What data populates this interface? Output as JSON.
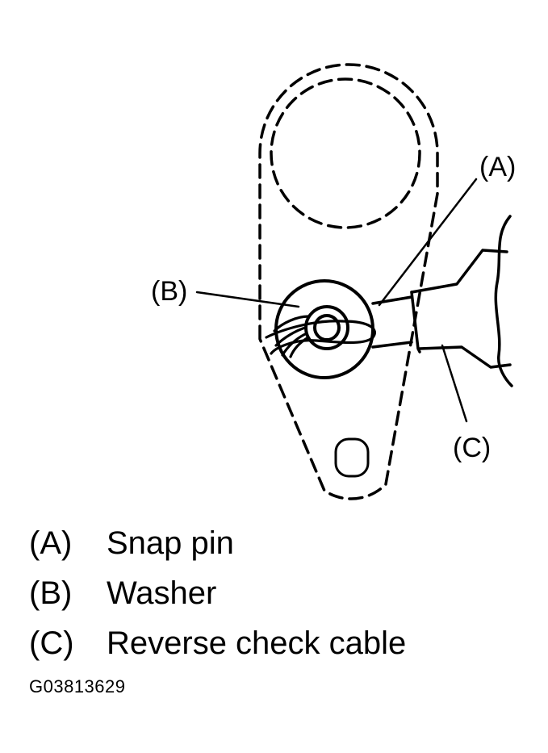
{
  "diagram": {
    "callouts": [
      {
        "id": "a",
        "label": "(A)"
      },
      {
        "id": "b",
        "label": "(B)"
      },
      {
        "id": "c",
        "label": "(C)"
      }
    ]
  },
  "legend": {
    "items": [
      {
        "key": "(A)",
        "text": "Snap pin"
      },
      {
        "key": "(B)",
        "text": "Washer"
      },
      {
        "key": "(C)",
        "text": "Reverse check cable"
      }
    ]
  },
  "figure_id": "G03813629",
  "colors": {
    "ink": "#000000",
    "background": "#ffffff"
  }
}
